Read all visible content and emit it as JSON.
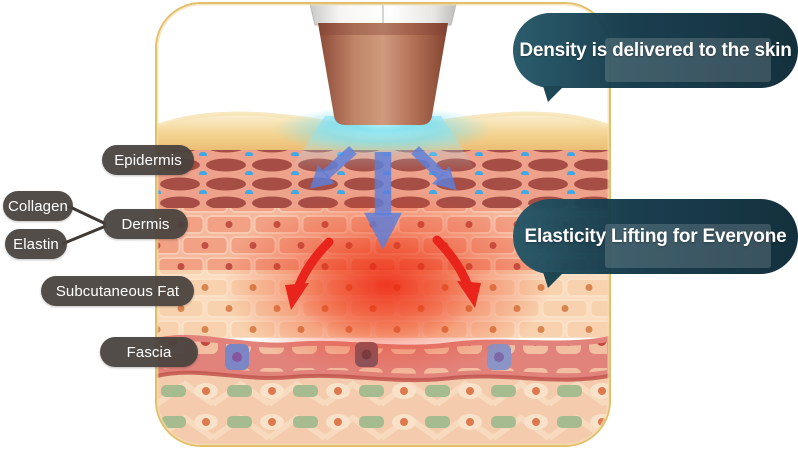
{
  "figure": {
    "type": "skin-treatment-diagram",
    "layer_labels": [
      {
        "id": "epidermis",
        "text": "Epidermis"
      },
      {
        "id": "collagen",
        "text": "Collagen"
      },
      {
        "id": "elastin",
        "text": "Elastin"
      },
      {
        "id": "dermis",
        "text": "Dermis"
      },
      {
        "id": "subcutaneous_fat",
        "text": "Subcutaneous Fat"
      },
      {
        "id": "fascia",
        "text": "Fascia"
      }
    ],
    "callouts": [
      {
        "id": "density",
        "text": "Density is delivered to the skin"
      },
      {
        "id": "elasticity",
        "text": "Elasticity Lifting for Everyone"
      }
    ],
    "colors": {
      "callout_bg_dark": "#0b2836",
      "callout_bg_light": "#245768",
      "label_pill_bg": "#48423e",
      "label_text": "#ffffff",
      "frame_border_gold": "#e2c06a",
      "energy_arrow_blue": "#5b7fdc",
      "heat_arrow_red": "#e8241c",
      "heat_glow_red": "#ea2a12",
      "contact_glow_cyan": "#7adef0",
      "device_copper": "#b5705a",
      "epidermis_fiber": "#a64e46",
      "dermis_brick": "#f2a185",
      "fat_brick": "#f8d2ae",
      "fascia_band": "#e2837b",
      "muscle_green": "#a6bc90"
    }
  }
}
